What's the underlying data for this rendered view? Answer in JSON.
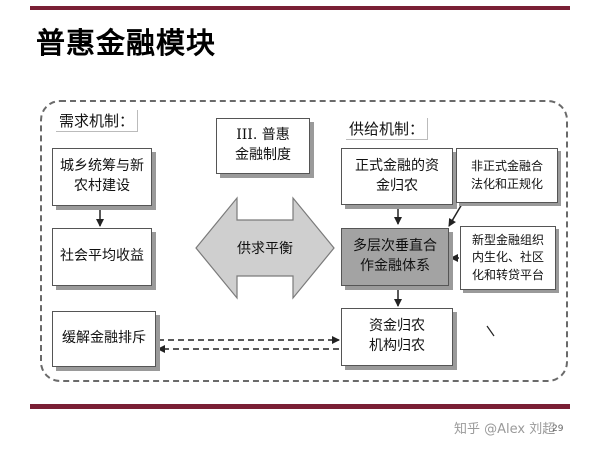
{
  "title": "普惠金融模块",
  "demand": {
    "label": "需求机制：",
    "boxes": [
      "城乡统筹与新农村建设",
      "社会平均收益",
      "缓解金融排斥"
    ],
    "box1_lines": [
      "城乡统筹与新",
      "农村建设"
    ]
  },
  "center": {
    "lines": [
      "III. 普惠",
      "金融制度"
    ],
    "balance_label": "供求平衡"
  },
  "supply": {
    "label": "供给机制：",
    "formal": [
      "正式金融的资",
      "金归农"
    ],
    "multilayer": [
      "多层次垂直合",
      "作金融体系"
    ],
    "capital": [
      "资金归农",
      "机构归农"
    ],
    "informal": [
      "非正式金融合",
      "法化和正规化"
    ],
    "new_org": [
      "新型金融组织",
      "内生化、社区",
      "化和转贷平台"
    ]
  },
  "colors": {
    "accent_bar": "#7a1f35",
    "highlight_box": "#a3a3a3"
  },
  "footer": {
    "watermark": "知乎 @Alex 刘超",
    "page_number": "29"
  }
}
